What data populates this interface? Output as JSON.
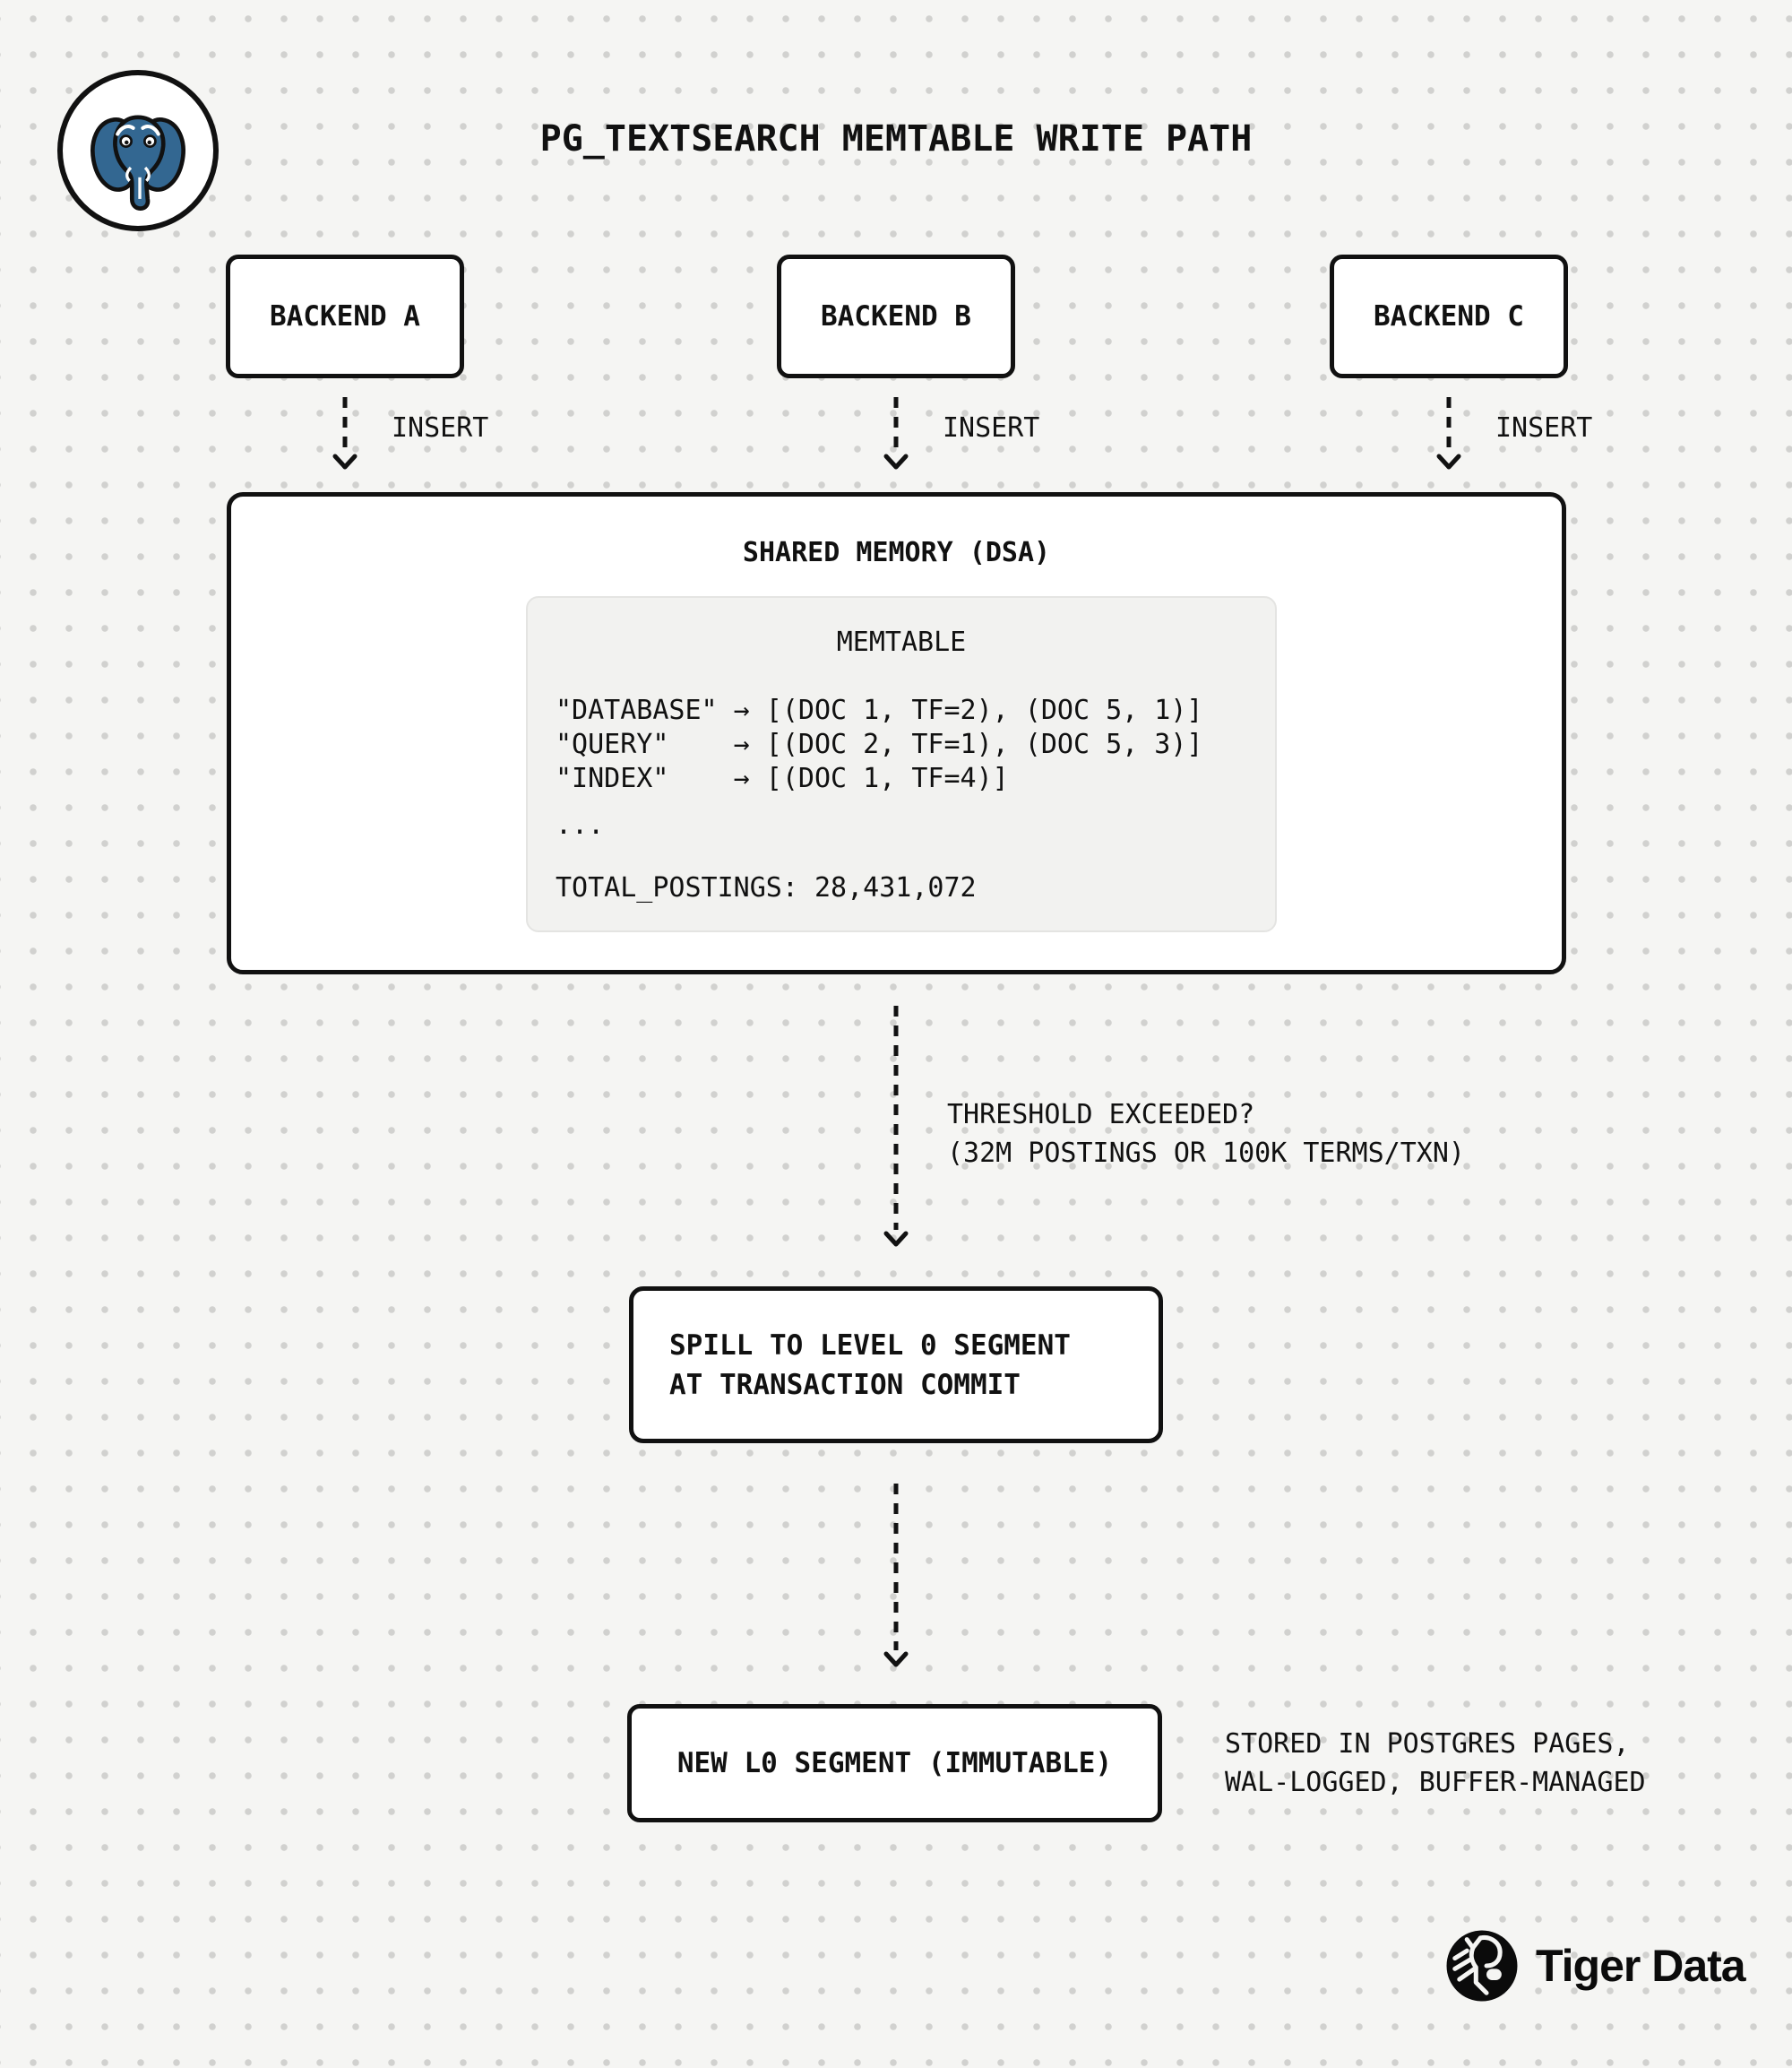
{
  "page": {
    "title": "PG_TEXTSEARCH MEMTABLE WRITE PATH"
  },
  "backends": [
    {
      "label": "BACKEND A"
    },
    {
      "label": "BACKEND B"
    },
    {
      "label": "BACKEND C"
    }
  ],
  "insert_label": "INSERT",
  "shared_memory": {
    "title": "SHARED MEMORY (DSA)",
    "memtable": {
      "title": "MEMTABLE",
      "entries": [
        "\"DATABASE\" → [(DOC 1, TF=2), (DOC 5, 1)]",
        "\"QUERY\"    → [(DOC 2, TF=1), (DOC 5, 3)]",
        "\"INDEX\"    → [(DOC 1, TF=4)]"
      ],
      "ellipsis": "...",
      "total_postings": "TOTAL_POSTINGS: 28,431,072"
    }
  },
  "threshold": {
    "line1": "THRESHOLD EXCEEDED?",
    "line2": "(32M POSTINGS OR 100K TERMS/TXN)"
  },
  "spill": {
    "line1": "SPILL TO LEVEL 0 SEGMENT",
    "line2": "AT TRANSACTION COMMIT"
  },
  "segment": {
    "label": "NEW L0 SEGMENT (IMMUTABLE)"
  },
  "segment_note": {
    "line1": "STORED IN POSTGRES PAGES,",
    "line2": "WAL-LOGGED, BUFFER-MANAGED"
  },
  "branding": {
    "wordmark": "Tiger Data"
  },
  "icons": {
    "postgres_logo": "postgresql-elephant-icon",
    "tiger_logo": "tiger-data-icon"
  },
  "colors": {
    "background": "#f5f5f3",
    "dot": "#d1d1cf",
    "ink": "#111111",
    "box_fill": "#ffffff",
    "memtable_fill": "#f2f2f0",
    "postgres_blue": "#336791",
    "logo_black": "#0b0b0b"
  }
}
